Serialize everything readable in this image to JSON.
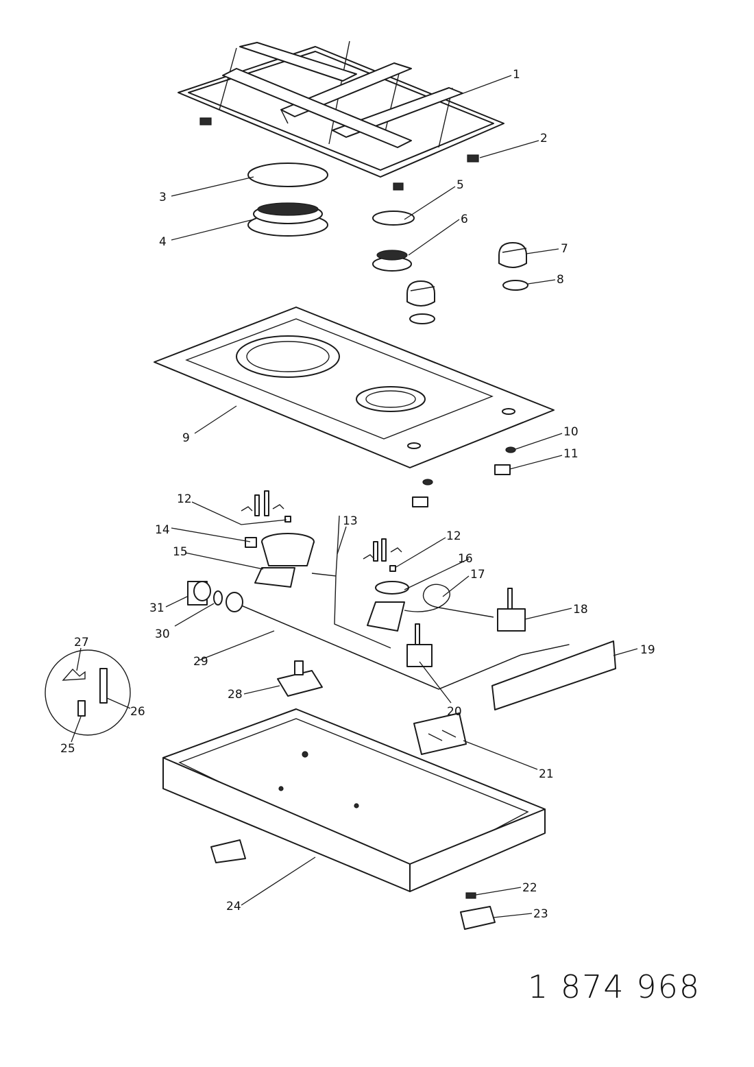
{
  "document_number": "1 874 968",
  "callouts": [
    "1",
    "2",
    "3",
    "4",
    "5",
    "6",
    "7",
    "8",
    "9",
    "10",
    "11",
    "12",
    "12",
    "13",
    "14",
    "15",
    "16",
    "17",
    "18",
    "19",
    "20",
    "21",
    "22",
    "23",
    "24",
    "25",
    "26",
    "27",
    "28",
    "29",
    "30",
    "31"
  ]
}
